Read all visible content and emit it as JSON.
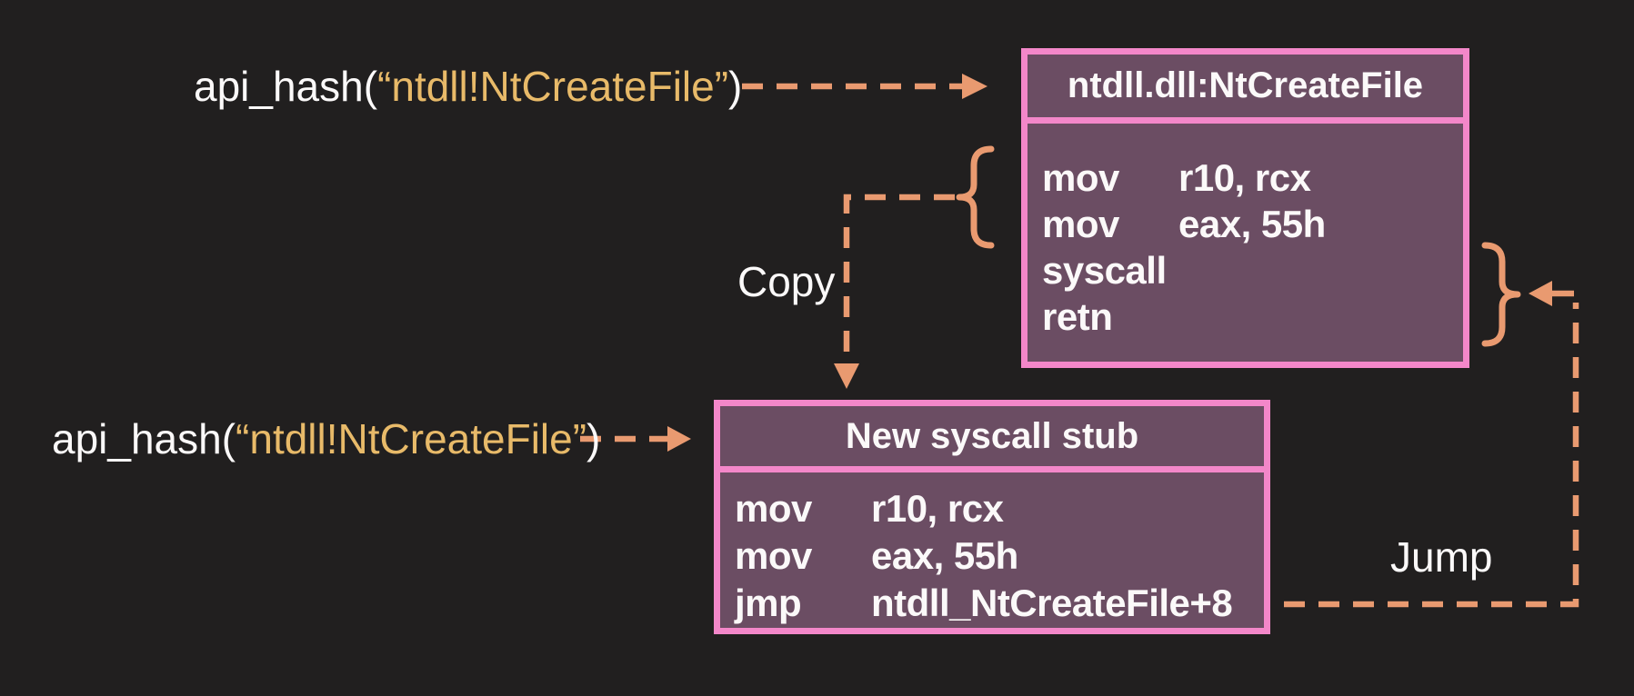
{
  "diagram": {
    "labels": {
      "api_hash_top": {
        "prefix": "api_hash(",
        "hash_string": "“ntdll!NtCreateFile”",
        "suffix": ")"
      },
      "api_hash_bottom": {
        "prefix": "api_hash(",
        "hash_string": "“ntdll!NtCreateFile”",
        "suffix": ")"
      },
      "copy_label": "Copy",
      "jump_label": "Jump"
    },
    "boxes": {
      "ntdll": {
        "title": "ntdll.dll:NtCreateFile",
        "instructions": [
          {
            "mnemonic": "mov",
            "operands": "r10, rcx"
          },
          {
            "mnemonic": "mov",
            "operands": "eax, 55h"
          },
          {
            "mnemonic": "syscall",
            "operands": ""
          },
          {
            "mnemonic": "retn",
            "operands": ""
          }
        ]
      },
      "stub": {
        "title": "New syscall stub",
        "instructions": [
          {
            "mnemonic": "mov",
            "operands": "r10, rcx"
          },
          {
            "mnemonic": "mov",
            "operands": "eax, 55h"
          },
          {
            "mnemonic": "jmp",
            "operands": "ntdll_NtCreateFile+8"
          }
        ]
      }
    },
    "colors": {
      "background": "#211f1f",
      "box_fill": "#6b4d63",
      "box_border_pink": "#f387c9",
      "arrow_orange": "#e99a70",
      "string_gold": "#e8ba69",
      "text_white": "#fbf9f9"
    }
  }
}
